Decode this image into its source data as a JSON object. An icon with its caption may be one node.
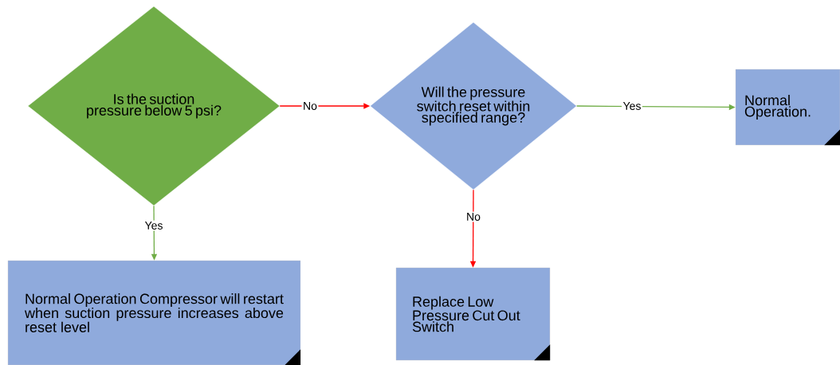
{
  "diagram": {
    "nodes": [
      {
        "text": [
          "Is the suction pressure below 5 psi?"
        ]
      },
      {
        "text": [
          "Will the pressure switch reset within specified range?"
        ]
      },
      {
        "text": [
          "Normal Operation."
        ]
      },
      {
        "text": [
          "Normal Operation Compressor will restart when suction pressure increases above reset level"
        ]
      },
      {
        "text": [
          "Replace Low Pressure Cut Out Switch"
        ]
      }
    ],
    "edges": [
      {
        "from": 0,
        "to": 1,
        "arrow": "to",
        "label": "No",
        "color": "#ff0000"
      },
      {
        "from": 1,
        "to": 2,
        "arrow": "to",
        "label": "Yes",
        "color": "#70ad47"
      },
      {
        "from": 0,
        "to": 3,
        "arrow": "to",
        "label": "Yes",
        "color": "#70ad47"
      },
      {
        "from": 1,
        "to": 4,
        "arrow": "to",
        "label": "No",
        "color": "#ff0000"
      }
    ]
  }
}
